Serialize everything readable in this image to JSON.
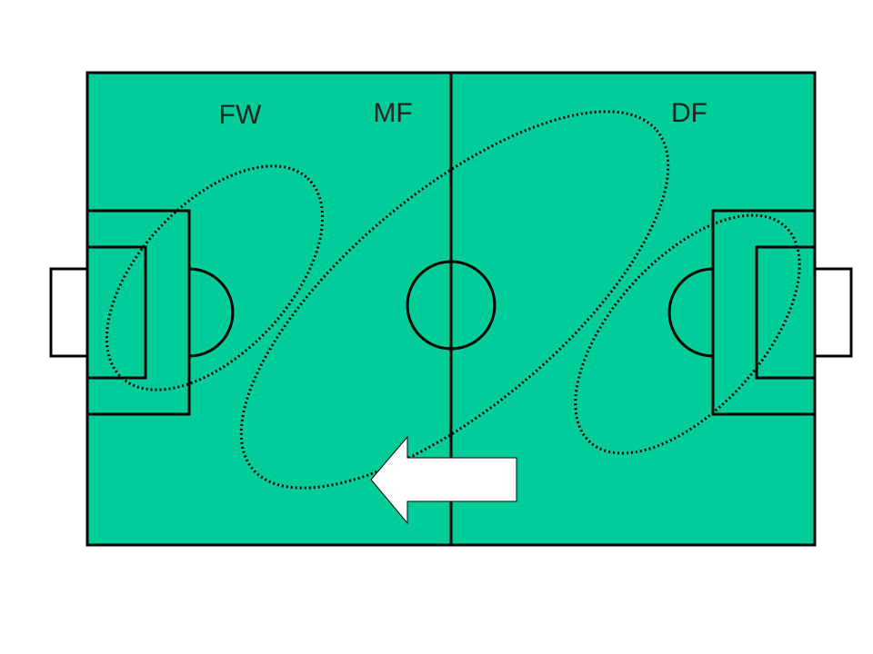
{
  "labels": {
    "fw": "FW",
    "mf": "MF",
    "df": "DF"
  },
  "colors": {
    "pitch": "#00cc99",
    "lines": "#000000",
    "goal": "#ffffff",
    "arrow": "#ffffff"
  },
  "arrow": {
    "direction": "left"
  }
}
